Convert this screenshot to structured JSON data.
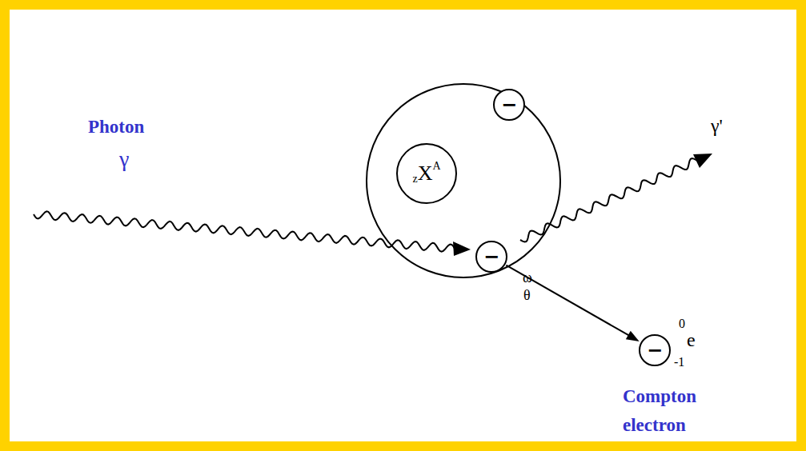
{
  "diagram": {
    "nodes": [
      {
        "text": [
          "z",
          "X",
          "A"
        ]
      },
      {
        "text": [
          "−"
        ]
      },
      {
        "text": [
          "−"
        ]
      },
      {
        "text": [
          "−"
        ]
      }
    ],
    "edges": [
      {
        "from": 2,
        "to": 3,
        "arrow": "to"
      }
    ],
    "labels": [
      "Photon",
      "γ",
      "γ'",
      "ω",
      "θ",
      "0",
      "e",
      "-1",
      "Compton electron"
    ]
  }
}
